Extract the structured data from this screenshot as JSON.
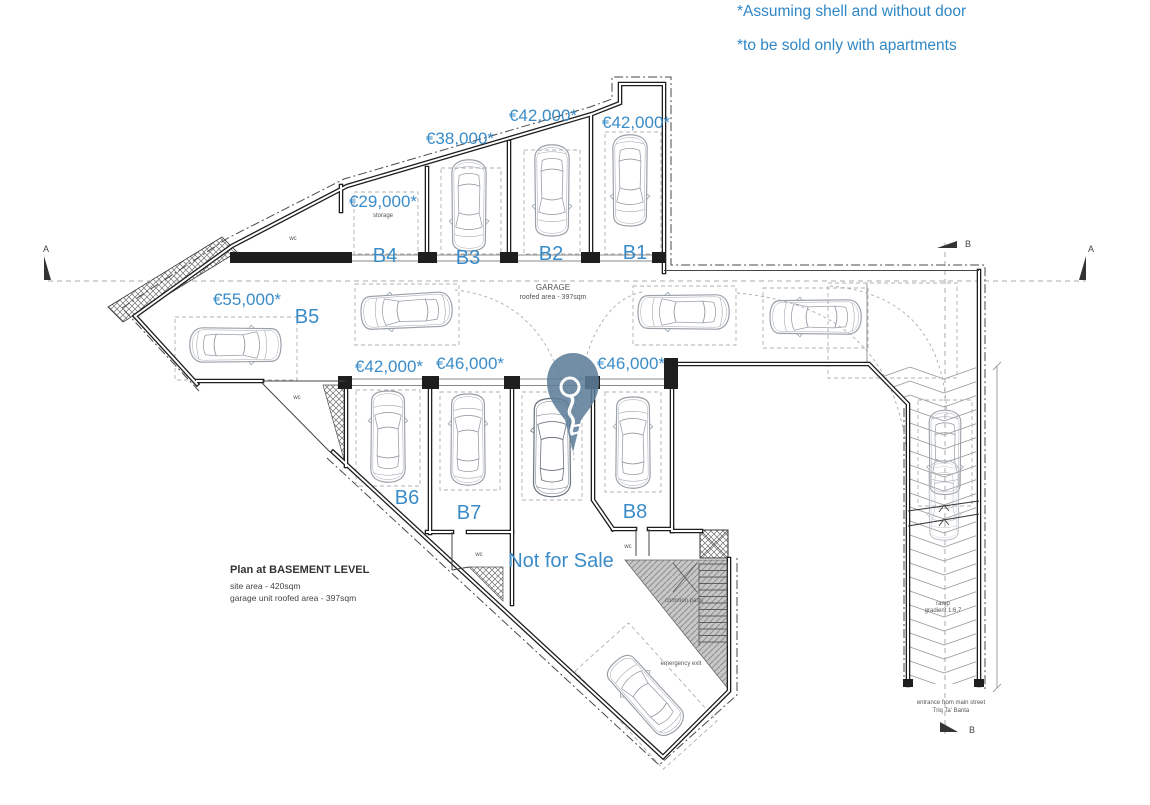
{
  "annotations": {
    "note1": "*Assuming shell and without door",
    "note2": "*to be sold only with apartments"
  },
  "title_block": {
    "title": "Plan at BASEMENT LEVEL",
    "site_area": "site area - 420sqm",
    "roofed_area": "garage unit roofed area - 397sqm"
  },
  "garage": {
    "name": "GARAGE",
    "area": "roofed area - 397sqm"
  },
  "units": {
    "b1": {
      "label": "B1",
      "price": "€42,000*"
    },
    "b2": {
      "label": "B2",
      "price": "€42,000*"
    },
    "b3": {
      "label": "B3",
      "price": "€38,000*"
    },
    "b4": {
      "label": "B4",
      "price": "€29,000*",
      "sub": "storage"
    },
    "b5": {
      "label": "B5",
      "price": "€55,000*"
    },
    "b6": {
      "label": "B6",
      "price": "€42,000*"
    },
    "b7": {
      "label": "B7",
      "price": "€46,000*"
    },
    "b8": {
      "label": "B8",
      "price": "€46,000*"
    },
    "not_for_sale": "Not for Sale"
  },
  "rooms": {
    "wc": "wc",
    "common_parts": "common parts",
    "emergency_exit": "emergency exit"
  },
  "ramp": {
    "label_line1": "ramp",
    "label_line2": "gradient 1:6.7",
    "entrance_line1": "entrance from main street",
    "entrance_line2": "Triq Ta' Banta"
  },
  "sections": {
    "a": "A",
    "b": "B"
  },
  "colors": {
    "label_blue": "#3a8cc9",
    "wall": "#1e1e1e",
    "car_gray": "#9aa0a8",
    "pin_blue": "#5d7e99"
  }
}
